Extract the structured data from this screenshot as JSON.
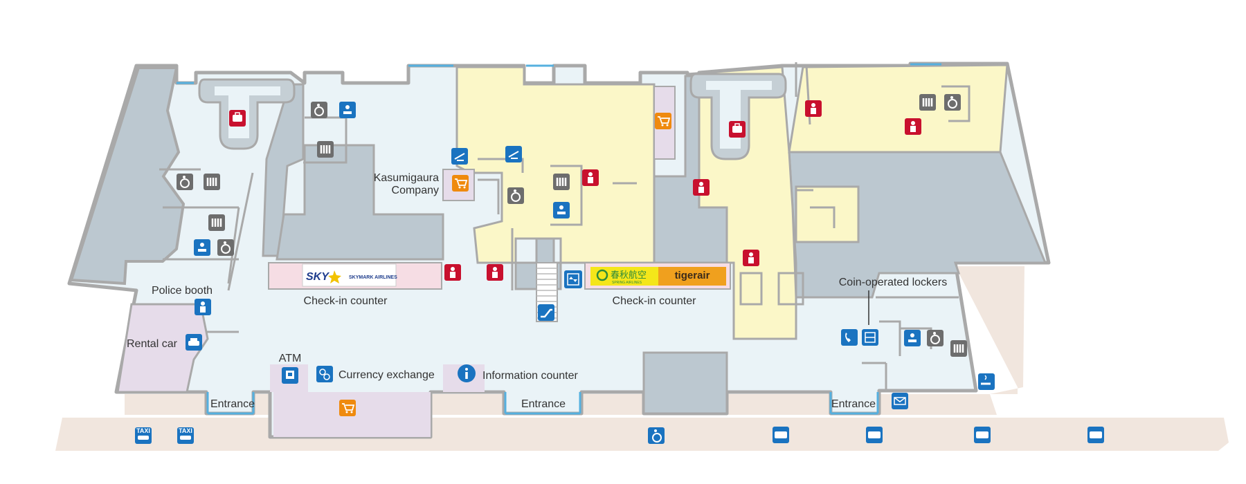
{
  "labels": {
    "police_booth": "Police booth",
    "rental_car": "Rental car",
    "check_in_left": "Check-in counter",
    "check_in_right": "Check-in counter",
    "kasumigaura_line1": "Kasumigaura",
    "kasumigaura_line2": "Company",
    "atm": "ATM",
    "currency_exchange": "Currency exchange",
    "information_counter": "Information counter",
    "entrance_left": "Entrance",
    "entrance_center": "Entrance",
    "entrance_right": "Entrance",
    "coin_lockers": "Coin-operated lockers"
  },
  "airline_logos": {
    "skymark": "SKY",
    "skymark_sub": "SKYMARK AIRLINES",
    "spring": "春秋航空",
    "spring_sub": "SPRING AIRLINES",
    "tigerair": "tigerair"
  },
  "icon_text": {
    "taxi": "TAXI"
  },
  "colors": {
    "wall": "#a9a9a9",
    "concourse": "#eaf3f7",
    "restricted": "#bcc8d0",
    "departure_zone": "#fbf7c8",
    "shop_zone": "#e6dcea",
    "counter_zone": "#f6dde4",
    "sidewalk": "#f1e6de",
    "icon_blue": "#1a73c0",
    "icon_gray": "#6d6d6d",
    "icon_red": "#c8102e",
    "icon_orange": "#ef8a0e",
    "glass": "#55b0df"
  }
}
